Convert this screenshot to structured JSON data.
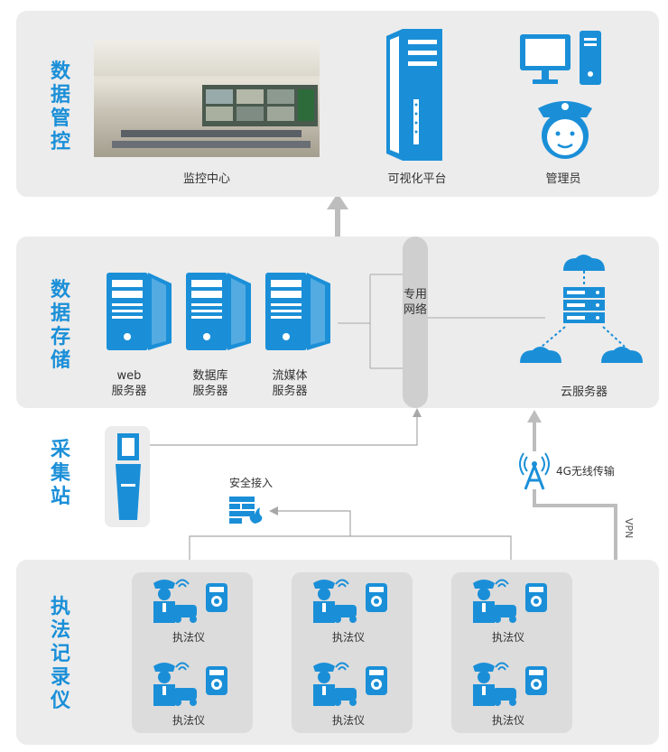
{
  "sections": {
    "management": "数据管控",
    "storage": "数据存储",
    "station": "采集站",
    "recorder": "执法记录仪"
  },
  "management": {
    "monitor_center": "监控中心",
    "visual_platform": "可视化平台",
    "admin": "管理员"
  },
  "storage": {
    "web_server": "web\n服务器",
    "db_server": "数据库\n服务器",
    "media_server": "流媒体\n服务器",
    "private_network": "专用网络",
    "cloud_server": "云服务器"
  },
  "station": {
    "secure_access": "安全接入",
    "wireless": "4G无线传输",
    "vpn": "VPN"
  },
  "recorder": {
    "device_label": "执法仪"
  },
  "colors": {
    "accent": "#1a8fd8",
    "panel": "#ececec",
    "group": "#dcdcdc",
    "line": "#a8a8a8"
  }
}
